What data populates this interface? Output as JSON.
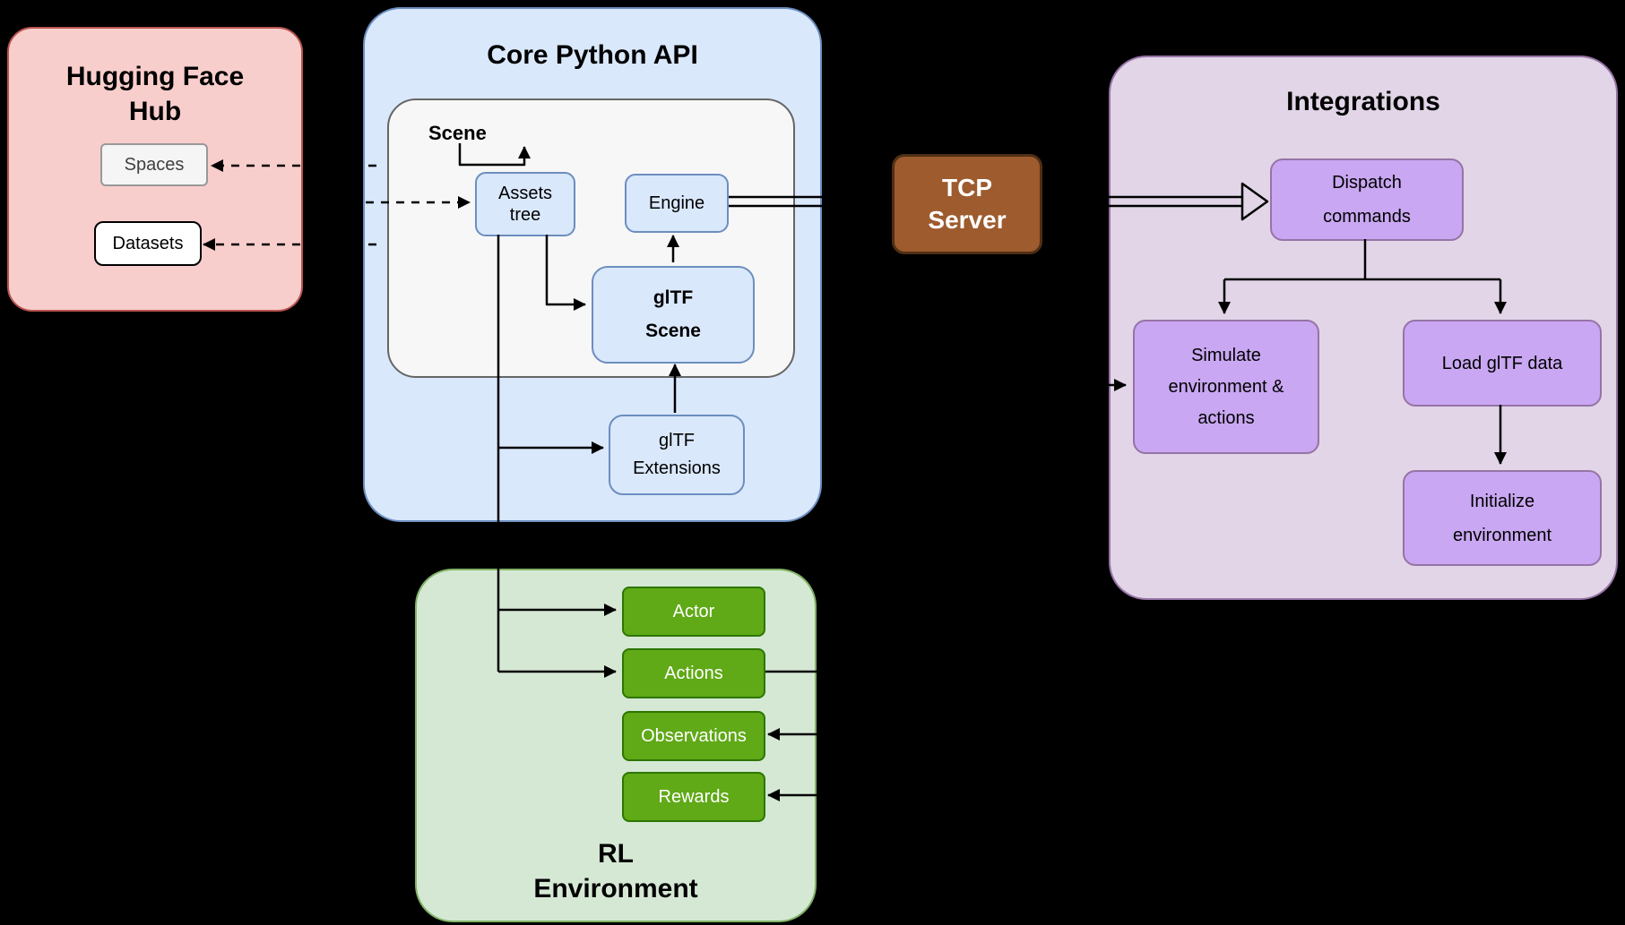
{
  "groups": {
    "hugging_face_hub": {
      "title": "Hugging Face\nHub",
      "spaces": "Spaces",
      "datasets": "Datasets"
    },
    "core_python_api": {
      "title": "Core Python API",
      "scene_label": "Scene",
      "assets_tree": "Assets\ntree",
      "engine": "Engine",
      "gltf_scene": "glTF\nScene",
      "gltf_extensions": "glTF\nExtensions"
    },
    "tcp_server": {
      "label": "TCP\nServer"
    },
    "integrations": {
      "title": "Integrations",
      "dispatch_commands": "Dispatch\ncommands",
      "simulate": "Simulate\nenvironment &\nactions",
      "load_gltf_data": "Load glTF data",
      "initialize_environment": "Initialize\nenvironment"
    },
    "rl_environment": {
      "title": "RL\nEnvironment",
      "actor": "Actor",
      "actions": "Actions",
      "observations": "Observations",
      "rewards": "Rewards"
    }
  },
  "colors": {
    "background": "#000000",
    "hub_fill": "#f8cecc",
    "hub_stroke": "#b85450",
    "blue_fill": "#dae8fc",
    "blue_stroke": "#6c8ebf",
    "scene_fill": "#f7f7f7",
    "scene_stroke": "#666666",
    "tcp_fill": "#9d5b2e",
    "tcp_stroke": "#4f2f15",
    "tcp_text": "#ffffff",
    "integrations_fill": "#e1d5e7",
    "integrations_stroke": "#9673a6",
    "purple_fill": "#c9a7f2",
    "rl_fill": "#d5e8d4",
    "rl_stroke": "#82b366",
    "green_fill": "#60a917",
    "green_stroke": "#2d7600",
    "connector": "#000000"
  }
}
